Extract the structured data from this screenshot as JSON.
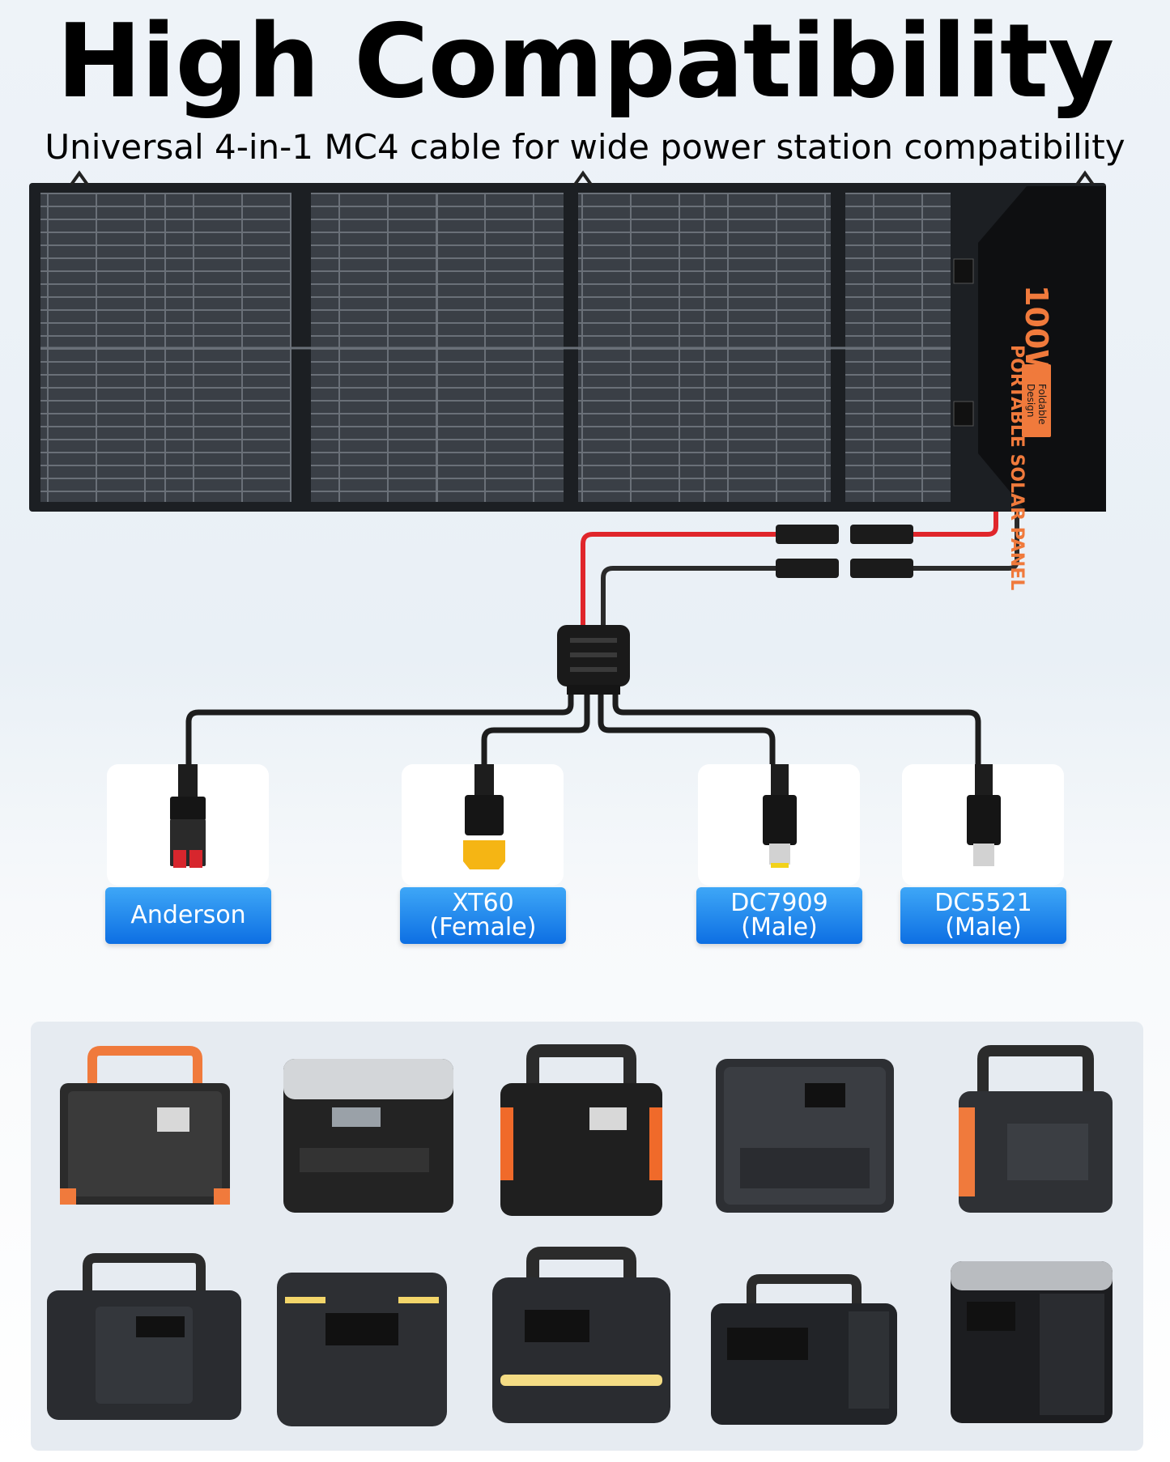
{
  "title": "High Compatibility",
  "subtitle": "Universal 4-in-1 MC4 cable for wide power station compatibility",
  "panel": {
    "brand_line": "PORTABLE SOLAR PANEL",
    "wattage": "100W",
    "feature_line1": "Foldable",
    "feature_line2": "Design"
  },
  "connectors": [
    {
      "line1": "Anderson",
      "line2": ""
    },
    {
      "line1": "XT60",
      "line2": "(Female)"
    },
    {
      "line1": "DC7909",
      "line2": "(Male)"
    },
    {
      "line1": "DC5521",
      "line2": "(Male)"
    }
  ],
  "stations": {
    "row1": [
      "power-station-1",
      "power-station-2",
      "power-station-3",
      "power-station-4",
      "power-station-5"
    ],
    "row2": [
      "power-station-6",
      "power-station-7",
      "power-station-8",
      "power-station-9",
      "power-station-10"
    ]
  },
  "colors": {
    "accent_orange": "#f07a3c",
    "pill_blue": "#1a7ee9",
    "cable_red": "#e0262b",
    "panel_dark": "#23272d"
  }
}
